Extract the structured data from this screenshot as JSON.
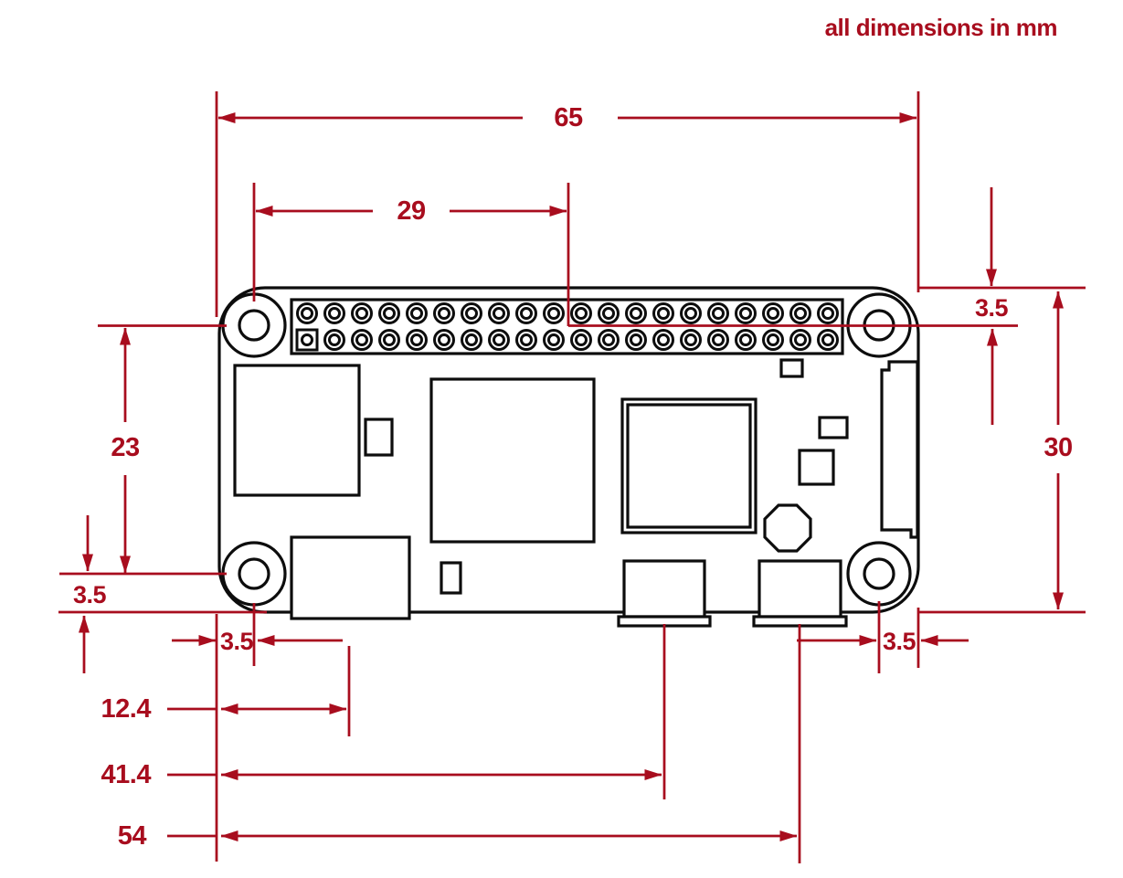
{
  "title_note": "all dimensions in mm",
  "units": "mm",
  "colors": {
    "dimension_red": "#a80d1e",
    "outline_black": "#0d0d0d",
    "background": "#ffffff"
  },
  "dimensions": {
    "board_width": "65",
    "hole_to_board_center": "29",
    "top_edge_to_hole": "3.5",
    "board_height": "30",
    "hole_to_hole_vertical": "23",
    "hole_to_bottom_edge": "3.5",
    "left_edge_to_hole": "3.5",
    "sd_slot_center_offset": "12.4",
    "usb_port_center_offset": "41.4",
    "power_port_center_offset": "54",
    "hole_to_right_edge": "3.5"
  }
}
